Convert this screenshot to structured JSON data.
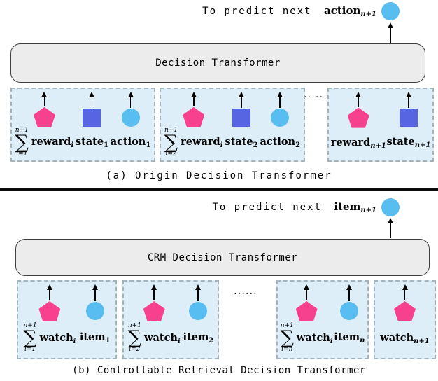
{
  "sum_symbol": "∑",
  "colors": {
    "pentagon": "#F7418F",
    "square": "#5765E3",
    "circle": "#58BDF0",
    "group_bg": "#DDEEF9",
    "group_border": "#A5B3BB",
    "transformer_bg": "#ECECEC",
    "transformer_border": "#3F3F3F",
    "arrow": "#000000",
    "divider": "#0A0A0A",
    "text": "#000000"
  },
  "panel_a": {
    "predict": {
      "prefix": "To predict next ",
      "word": "action",
      "sub": "n+1"
    },
    "transformer": "Decision Transformer",
    "dots": "......",
    "caption": "(a) Origin Decision Transformer",
    "groups": [
      {
        "tokens": [
          {
            "shape": "pentagon",
            "sum": {
              "top": "n+1",
              "bottom": "i=1"
            },
            "word": "reward",
            "sub": "i",
            "sub_it": true
          },
          {
            "shape": "square",
            "word": "state",
            "sub": "1",
            "sub_it": false
          },
          {
            "shape": "circle",
            "word": "action",
            "sub": "1",
            "sub_it": false
          }
        ]
      },
      {
        "tokens": [
          {
            "shape": "pentagon",
            "sum": {
              "top": "n+1",
              "bottom": "i=2"
            },
            "word": "reward",
            "sub": "i",
            "sub_it": true
          },
          {
            "shape": "square",
            "word": "state",
            "sub": "2",
            "sub_it": false
          },
          {
            "shape": "circle",
            "word": "action",
            "sub": "2",
            "sub_it": false
          }
        ]
      },
      {
        "tokens": [
          {
            "shape": "pentagon",
            "word": "reward",
            "sub": "n+1",
            "sub_it": true
          },
          {
            "shape": "square",
            "word": "state",
            "sub": "n+1",
            "sub_it": true
          }
        ]
      }
    ]
  },
  "panel_b": {
    "predict": {
      "prefix": "To predict next ",
      "word": "item",
      "sub": "n+1"
    },
    "transformer": "CRM Decision Transformer",
    "dots": "......",
    "caption": "(b) Controllable Retrieval Decision Transformer",
    "groups": [
      {
        "tokens": [
          {
            "shape": "pentagon",
            "sum": {
              "top": "n+1",
              "bottom": "i=1"
            },
            "word": "watch",
            "sub": "i",
            "sub_it": true
          },
          {
            "shape": "circle",
            "word": "item",
            "sub": "1",
            "sub_it": false
          }
        ]
      },
      {
        "tokens": [
          {
            "shape": "pentagon",
            "sum": {
              "top": "n+1",
              "bottom": "i=2"
            },
            "word": "watch",
            "sub": "i",
            "sub_it": true
          },
          {
            "shape": "circle",
            "word": "item",
            "sub": "2",
            "sub_it": false
          }
        ]
      },
      {
        "tokens": [
          {
            "shape": "pentagon",
            "sum": {
              "top": "n+1",
              "bottom": "i=n"
            },
            "word": "watch",
            "sub": "i",
            "sub_it": true
          },
          {
            "shape": "circle",
            "word": "item",
            "sub": "n",
            "sub_it": true
          }
        ]
      },
      {
        "tokens": [
          {
            "shape": "pentagon",
            "word": "watch",
            "sub": "n+1",
            "sub_it": true
          }
        ]
      }
    ]
  }
}
